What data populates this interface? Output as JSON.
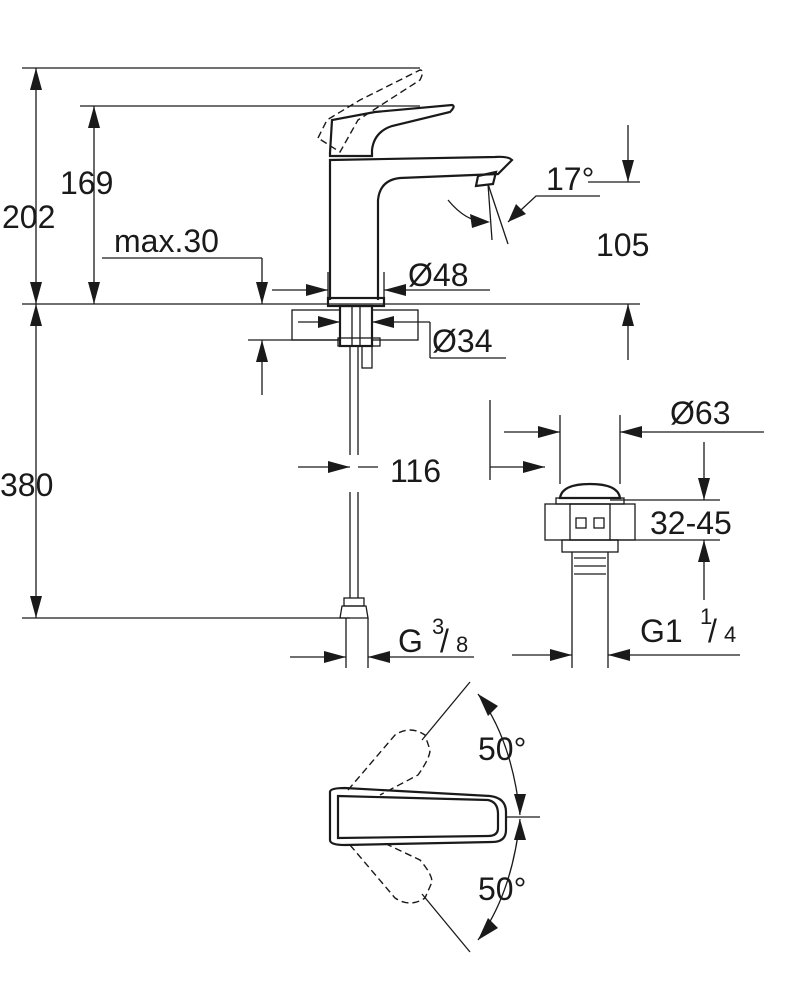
{
  "dimensions": {
    "total_height": "202",
    "spout_height": "169",
    "max_deck": "max.30",
    "spout_angle": "17°",
    "projection": "105",
    "base_diameter": "Ø48",
    "hole_diameter": "Ø34",
    "hose_length": "380",
    "hose_offset": "116",
    "thread_main": "G",
    "thread_num": "3",
    "thread_den": "8",
    "waste_diameter": "Ø63",
    "deck_range": "32-45",
    "waste_thread_main": "G1",
    "waste_thread_num": "1",
    "waste_thread_den": "4",
    "angle_top": "50°",
    "angle_bottom": "50°"
  }
}
